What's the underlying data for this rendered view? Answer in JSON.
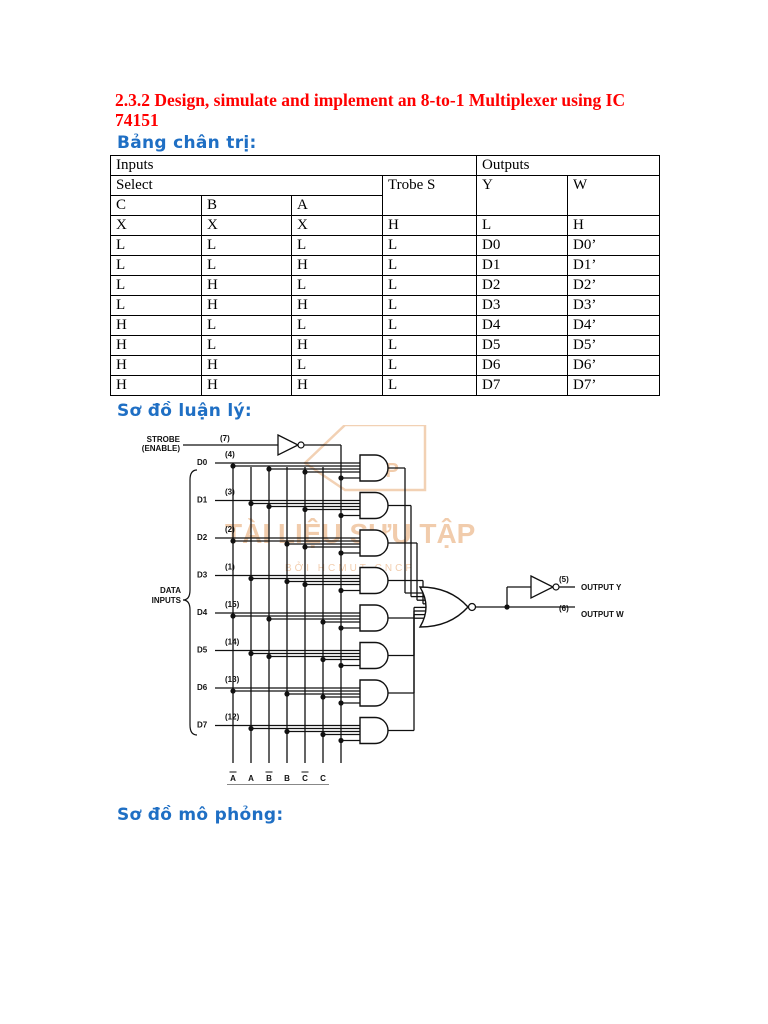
{
  "title": "2.3.2 Design, simulate and implement an 8-to-1 Multiplexer using IC 74151",
  "headings": {
    "truth_table": "Bảng chân trị:",
    "logic_diagram": "Sơ đồ luận lý:",
    "simulation": "Sơ đồ mô phỏng:"
  },
  "truth_table": {
    "group_inputs": "Inputs",
    "group_outputs": "Outputs",
    "select": "Select",
    "strobe": "Trobe S",
    "out_y": "Y",
    "out_w": "W",
    "col_c": "C",
    "col_b": "B",
    "col_a": "A",
    "rows": [
      [
        "X",
        "X",
        "X",
        "H",
        "L",
        "H"
      ],
      [
        "L",
        "L",
        "L",
        "L",
        "D0",
        "D0’"
      ],
      [
        "L",
        "L",
        "H",
        "L",
        "D1",
        "D1’"
      ],
      [
        "L",
        "H",
        "L",
        "L",
        "D2",
        "D2’"
      ],
      [
        "L",
        "H",
        "H",
        "L",
        "D3",
        "D3’"
      ],
      [
        "H",
        "L",
        "L",
        "L",
        "D4",
        "D4’"
      ],
      [
        "H",
        "L",
        "H",
        "L",
        "D5",
        "D5’"
      ],
      [
        "H",
        "H",
        "L",
        "L",
        "D6",
        "D6’"
      ],
      [
        "H",
        "H",
        "H",
        "L",
        "D7",
        "D7’"
      ]
    ]
  },
  "diagram": {
    "strobe_label": "STROBE",
    "enable_label": "(ENABLE)",
    "strobe_pin": "(7)",
    "data_inputs_label_1": "DATA",
    "data_inputs_label_2": "INPUTS",
    "inputs": [
      "D0",
      "D1",
      "D2",
      "D3",
      "D4",
      "D5",
      "D6",
      "D7"
    ],
    "pins": [
      "(4)",
      "(3)",
      "(2)",
      "(1)",
      "(15)",
      "(14)",
      "(13)",
      "(12)"
    ],
    "output_y": "OUTPUT Y",
    "output_y_pin": "(5)",
    "output_w": "OUTPUT W",
    "output_w_pin": "(6)",
    "select_labels": [
      "A",
      "A",
      "B",
      "B",
      "C",
      "C"
    ],
    "select_overbar": [
      true,
      false,
      true,
      false,
      true,
      false
    ],
    "watermark_main": "TÀI LIỆU SƯU TẬP",
    "watermark_sub": "BỞI HCMUT-CNCP",
    "watermark_logo": "CP"
  }
}
